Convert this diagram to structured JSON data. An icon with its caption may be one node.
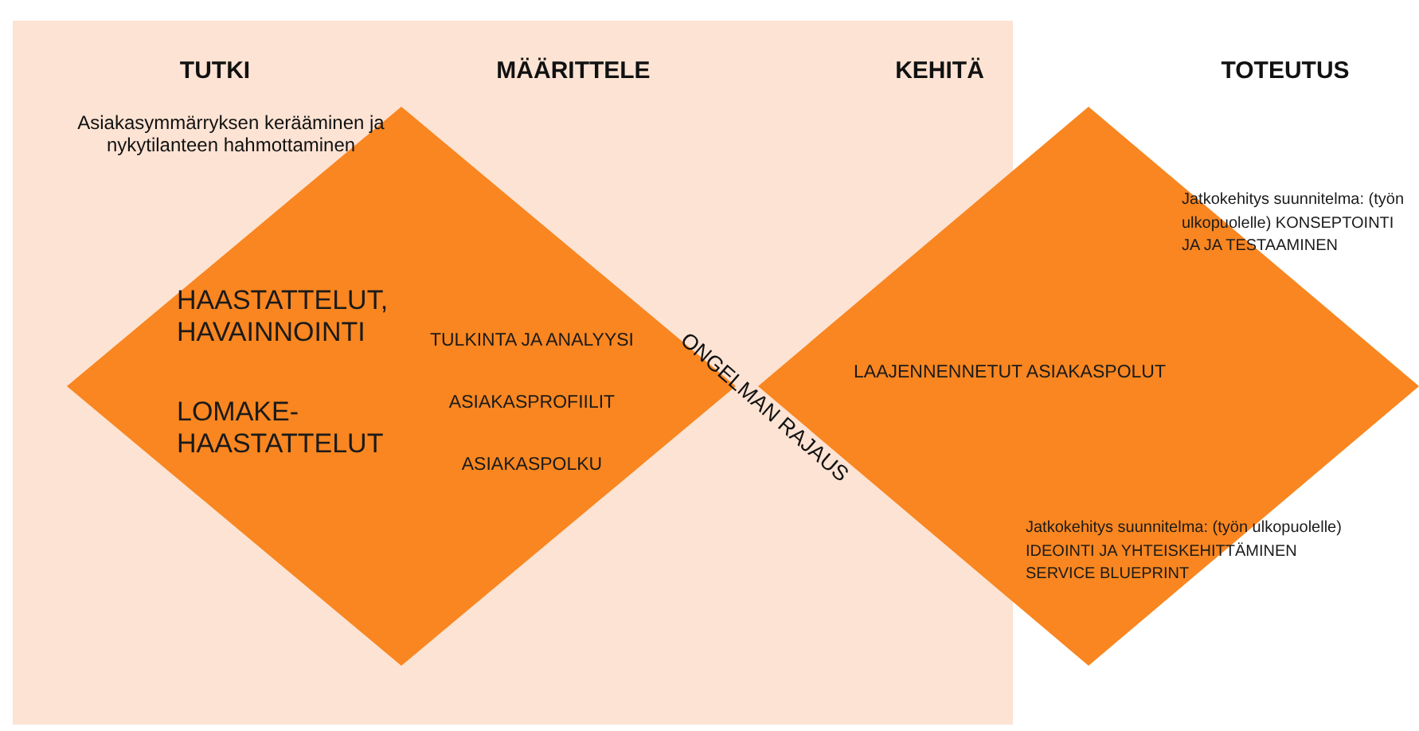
{
  "diagram": {
    "nodes": [
      {
        "text": [
          "HAASTATTELUT, HAVAINNOINTI",
          "LOMAKE- HAASTATTELUT",
          "TULKINTA JA ANALYYSI",
          "ASIAKASPROFIILIT",
          "ASIAKASPOLKU"
        ]
      },
      {
        "text": [
          "Jatkokehitys suunnitelma: (työn ulkopuolelle) KONSEPTOINTI JA JA TESTAAMINEN",
          "LAAJENNENNETUT ASIAKASPOLUT",
          "Jatkokehitys suunnitelma: (työn ulkopuolelle) IDEOINTI JA YHTEISKEHITTÄMINEN SERVICE BLUEPRINT"
        ]
      }
    ],
    "edges": [],
    "labels": [
      "TUTKI",
      "MÄÄRITTELE",
      "KEHITÄ",
      "TOTEUTUS",
      "Asiakasymmärryksen kerääminen ja nykytilanteen hahmottaminen",
      "ONGELMAN RAJAUS"
    ]
  }
}
